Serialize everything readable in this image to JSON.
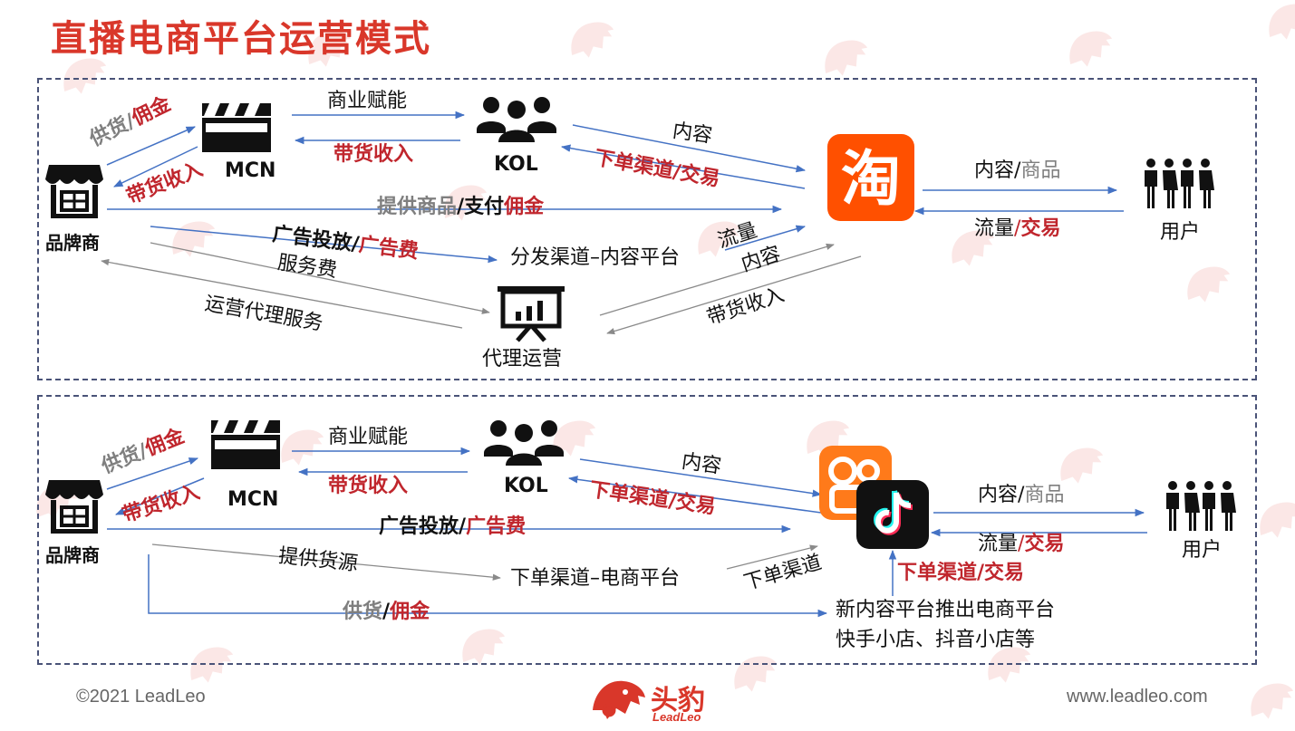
{
  "title": "直播电商平台运营模式",
  "colors": {
    "accent_red": "#c0262d",
    "title_red": "#d9372a",
    "arrow_blue": "#4472c4",
    "arrow_grey": "#8a8a8a",
    "border": "#4a5378"
  },
  "top": {
    "nodes": {
      "brand": "品牌商",
      "mcn": "MCN",
      "kol": "KOL",
      "user": "用户",
      "agency": "代理运营",
      "distribution": "分发渠道–内容平台"
    },
    "edges": {
      "supply": "供货",
      "supply_sep": "/",
      "supply_commission": "佣金",
      "sales_income_brand": "带货收入",
      "business_empower": "商业赋能",
      "sales_income_mcn": "带货收入",
      "content_kol": "内容",
      "order_channel": "下单渠道/交易",
      "provide_goods": "提供商品",
      "provide_sep": "/",
      "pay_commission_a": "支付",
      "pay_commission_b": "佣金",
      "ad_placement": "广告投放",
      "ad_sep": "/",
      "ad_fee": "广告费",
      "service_fee": "服务费",
      "operation_service": "运营代理服务",
      "traffic": "流量",
      "content_dist": "内容",
      "sales_income_agency": "带货收入",
      "content": "内容",
      "content_sep": "/",
      "goods": "商品",
      "traffic_user": "流量",
      "traffic_sep": "/",
      "transaction": "交易"
    },
    "icons": [
      "clapperboard-icon",
      "people-group-icon",
      "storefront-icon",
      "taobao-icon",
      "users-icon",
      "presentation-board-icon"
    ]
  },
  "bottom": {
    "nodes": {
      "brand": "品牌商",
      "mcn": "MCN",
      "kol": "KOL",
      "user": "用户",
      "ecommerce": "下单渠道–电商平台",
      "new_platform_line1": "新内容平台推出电商平台",
      "new_platform_line2": "快手小店、抖音小店等"
    },
    "edges": {
      "supply": "供货",
      "supply_sep": "/",
      "supply_commission": "佣金",
      "sales_income_brand": "带货收入",
      "business_empower": "商业赋能",
      "sales_income_mcn": "带货收入",
      "content_kol": "内容",
      "order_channel": "下单渠道/交易",
      "ad_placement": "广告投放",
      "ad_sep": "/",
      "ad_fee": "广告费",
      "provide_source": "提供货源",
      "order_channel_short": "下单渠道",
      "order_channel_up": "下单渠道/交易",
      "supply_long": "供货",
      "supply_long_sep": "/",
      "supply_long_commission": "佣金",
      "content": "内容",
      "content_sep": "/",
      "goods": "商品",
      "traffic_user": "流量",
      "traffic_sep": "/",
      "transaction": "交易"
    },
    "icons": [
      "clapperboard-icon",
      "people-group-icon",
      "storefront-icon",
      "kuaishou-icon",
      "douyin-icon",
      "users-icon"
    ]
  },
  "footer": {
    "copyright": "©2021 LeadLeo",
    "logo_cn": "头豹",
    "logo_en": "LeadLeo",
    "url": "www.leadleo.com"
  }
}
